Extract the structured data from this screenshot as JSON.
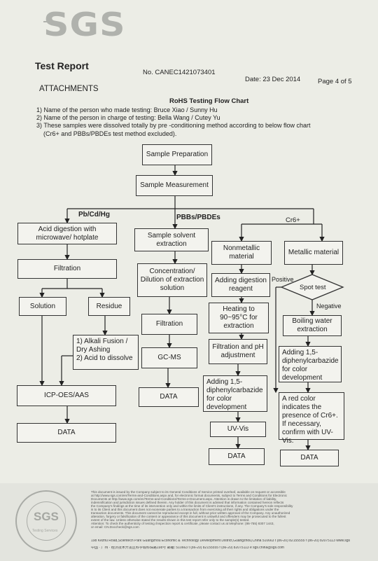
{
  "header": {
    "logo": "SGS",
    "title": "Test Report",
    "report_no": "No. CANEC1421073401",
    "date": "Date: 23 Dec 2014",
    "page": "Page 4 of 5"
  },
  "section": {
    "heading": "ATTACHMENTS",
    "chart_title": "RoHS Testing Flow Chart",
    "notes": [
      "1) Name of the person who made testing:  Bruce Xiao / Sunny Hu",
      "2) Name of the person in charge of testing:  Bella Wang / Cutey Yu",
      "3) These samples were dissolved totally by pre -conditioning method according to below flow chart",
      "(Cr6+ and PBBs/PBDEs test method excluded)."
    ]
  },
  "flow": {
    "sample_prep": "Sample Preparation",
    "sample_measure": "Sample Measurement",
    "branch_a": "Pb/Cd/Hg",
    "branch_b": "PBBs/PBDEs",
    "branch_c": "Cr6+",
    "a_digest": "Acid digestion with microwave/ hotplate",
    "a_filtration": "Filtration",
    "a_solution": "Solution",
    "a_residue": "Residue",
    "a_fusion": "1) Alkali Fusion / Dry Ashing\n2) Acid to dissolve",
    "a_icp": "ICP-OES/AAS",
    "a_data": "DATA",
    "b_extract": "Sample solvent extraction",
    "b_concentrate": "Concentration/ Dilution of extraction solution",
    "b_filtration": "Filtration",
    "b_gcms": "GC-MS",
    "b_data": "DATA",
    "c_nonmetal": "Nonmetallic material",
    "c_metal": "Metallic material",
    "c_digest_reagent": "Adding digestion reagent",
    "c_heat": "Heating to 90~95°C  for extraction",
    "c_filter_ph": "Filtration and pH adjustment",
    "c_diphenyl_1": "Adding 1,5- diphenylcarbazide for color development",
    "c_uvvis": "UV-Vis",
    "c_data_1": "DATA",
    "c_positive": "Positive",
    "c_spot": "Spot test",
    "c_negative": "Negative",
    "c_boil": "Boiling water extraction",
    "c_diphenyl_2": "Adding 1,5- diphenylcarbazide for color development",
    "c_red": "A red color indicates the presence of Cr6+. If necessary, confirm with UV-Vis.",
    "c_data_2": "DATA"
  },
  "footer": {
    "lines": [
      "This document is issued by the Company subject to its General Conditions of Service printed overleaf, available on request or accessible",
      "at http://www.sgs.com/en/Terms-and-Conditions.aspx and, for electronic format documents, subject to Terms and Conditions for Electronic",
      "Documents at http://www.sgs.com/en/Terms-and-Conditions/Terms-e-Document.aspx. Attention is drawn to the limitation of liability,",
      "indemnification and jurisdiction issues defined therein. Any holder of this document is advised that information contained hereon reflects",
      "the Company's findings at the time of its intervention only and within the limits of Client's instructions, if any. The Company's sole responsibility",
      "is to its Client and this document does not exonerate parties to a transaction from exercising all their rights and obligations under the",
      "transaction documents. This document cannot be reproduced except in full, without prior written approval of the Company. Any unauthorized",
      "alteration, forgery or falsification of the content or appearance of this document is unlawful and offenders may be prosecuted to the fullest",
      "extent of the law. Unless otherwise stated the results shown in this test report refer only to the sample(s) tested.",
      "Attention: To check the authenticity of testing /inspection report & certificate, please contact us at telephone: (86-755) 8307 1443,",
      "or email: CN.Doccheck@sgs.com"
    ],
    "address_en": "198 Kezhu Road,Scientech Park Guangzhou Economic & Technology Development District,Guangzhou,China   510663   t (86-20) 82155555   f (86-20) 82075113   www.sgsgroup.com.cn",
    "address_cn": "中国 · 广州 · 经济技术开发区科学城科珠路198号     邮编: 510663   t (86-20) 82155555   f (86-20) 82075113   e sgs.china@sgs.com",
    "seal_text": "SGS",
    "seal_sub": "Testing Services"
  }
}
